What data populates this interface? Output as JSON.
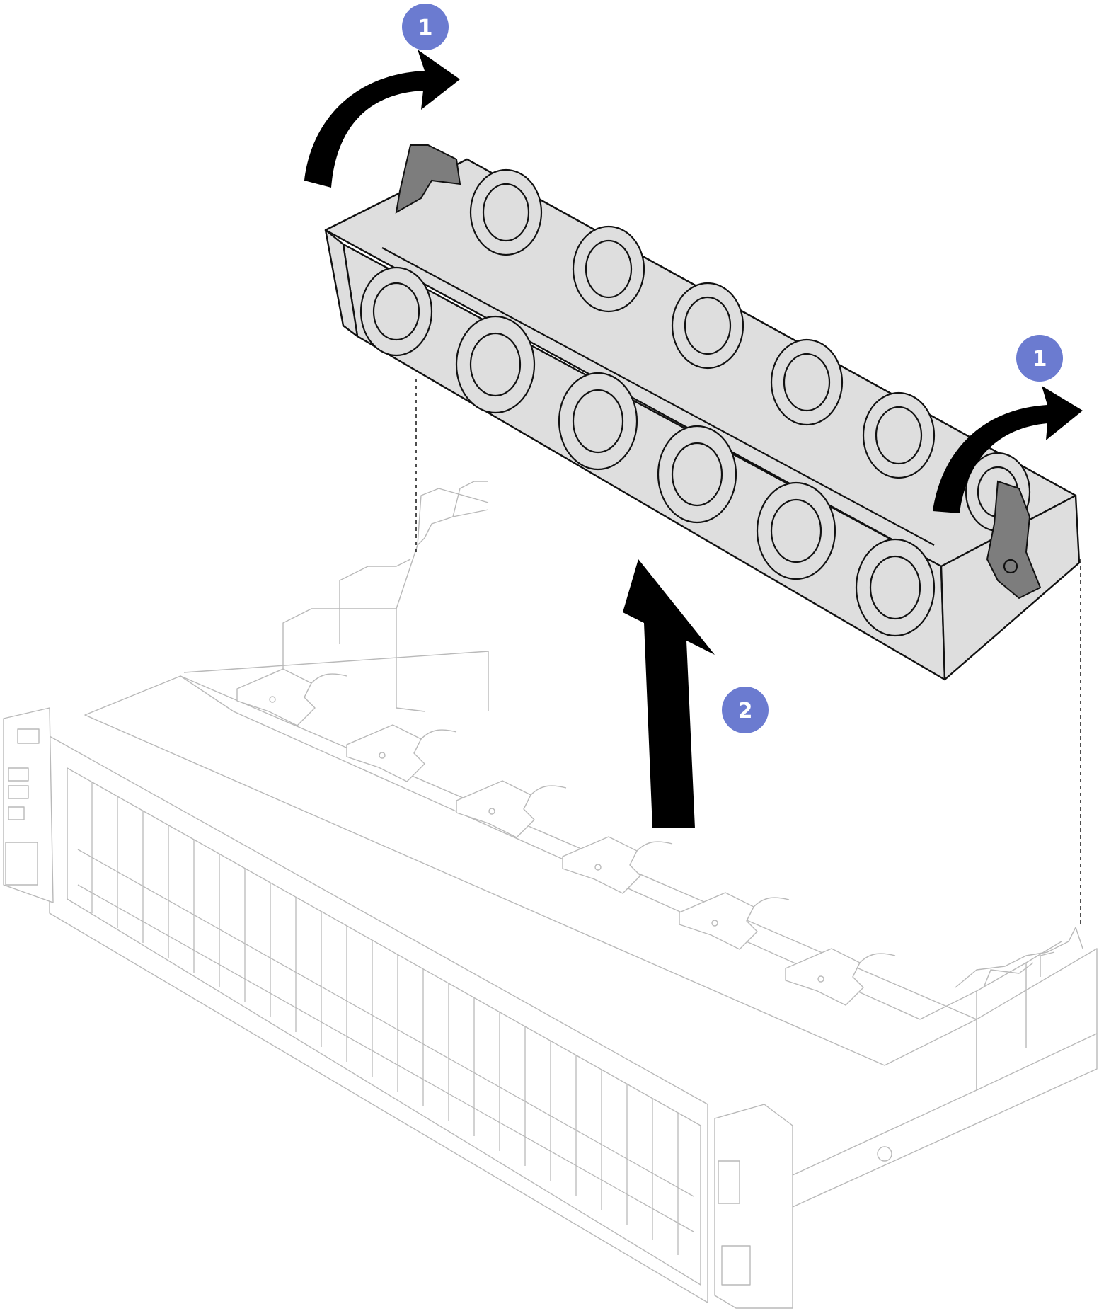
{
  "callouts": [
    {
      "id": "step-1-left",
      "label": "1"
    },
    {
      "id": "step-1-right",
      "label": "1"
    },
    {
      "id": "step-2",
      "label": "2"
    }
  ],
  "colors": {
    "callout_fill": "#6b7bd0",
    "callout_text": "#ffffff",
    "arrow": "#000000",
    "cage_fill": "#dedede",
    "latch_fill": "#7d7d7d",
    "chassis_line": "#b9b9b9"
  },
  "icons": {
    "rotate_arrow": "curved-arrow-icon",
    "lift_arrow": "up-arrow-icon"
  }
}
